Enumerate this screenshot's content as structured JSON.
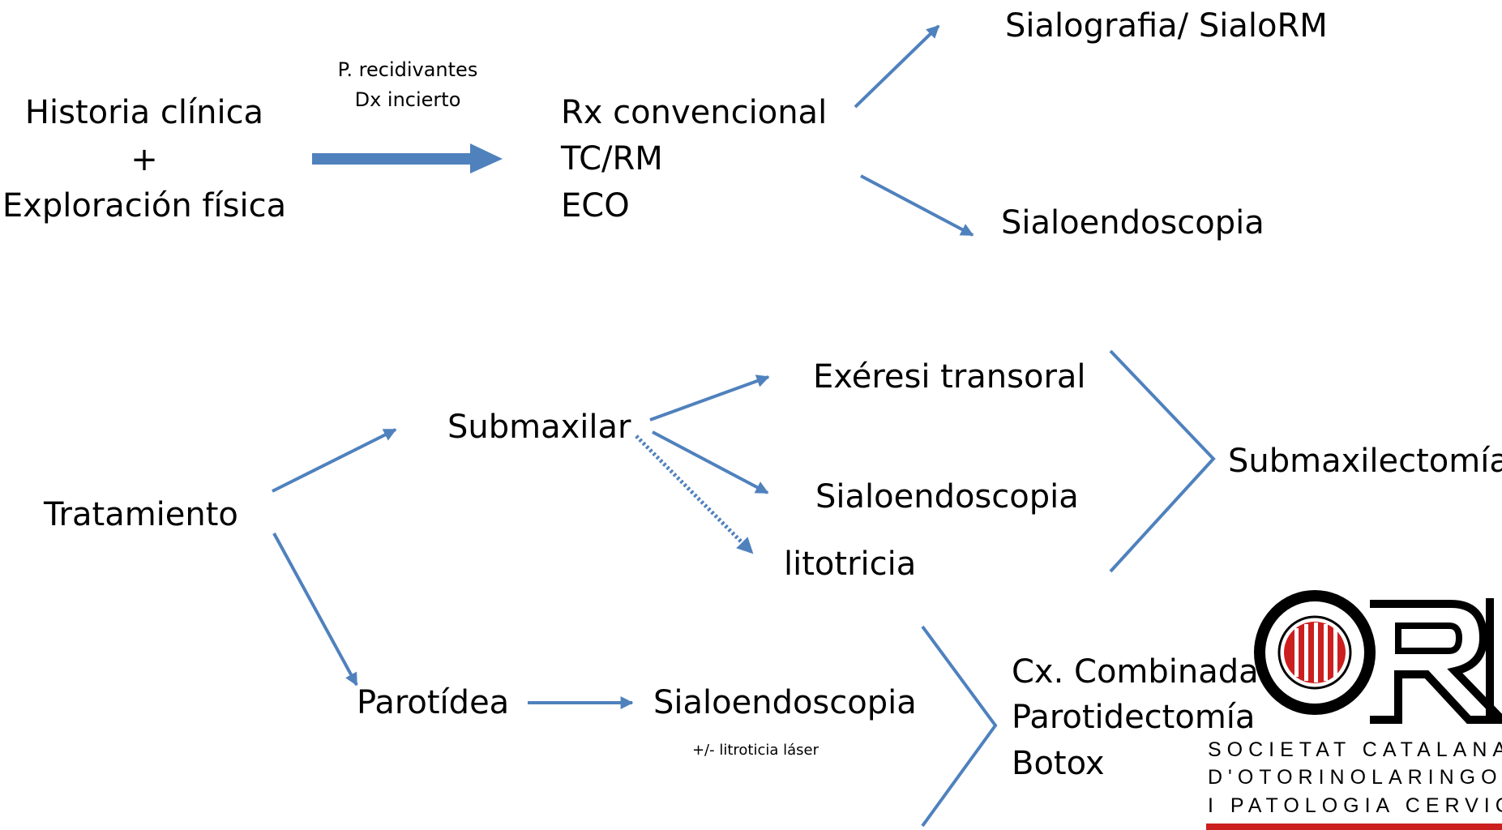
{
  "nodes": {
    "historia": "Historia clínica",
    "plus": "+",
    "exploracion": "Exploración física",
    "edge_label_1": "P. recidivantes",
    "edge_label_2": "Dx incierto",
    "rx": "Rx convencional",
    "tcrm": "TC/RM",
    "eco": "ECO",
    "sialografia": "Sialografia/ SialoRM",
    "sialoendoscopia_top": "Sialoendoscopia",
    "tratamiento": "Tratamiento",
    "submaxilar": "Submaxilar",
    "exeresi": "Exéresi transoral",
    "sialoendoscopia_sub": "Sialoendoscopia",
    "litotricia": "litotricia",
    "submaxilectomia": "Submaxilectomía",
    "parotidea": "Parotídea",
    "sialoendoscopia_par": "Sialoendoscopia",
    "laser_note": "+/- litroticia láser",
    "cx_combinada": "Cx. Combinada",
    "parotidectomia": "Parotidectomía",
    "botox": "Botox"
  },
  "logo": {
    "mark": "ORL",
    "line1": "SOCIETAT CATALANA",
    "line2": "D'OTORINOLARINGOLOGIA",
    "line3": "I PATOLOGIA CERVICO-FACIAL"
  },
  "colors": {
    "arrow": "#4f81bd",
    "logo_red": "#cc1f1f"
  }
}
